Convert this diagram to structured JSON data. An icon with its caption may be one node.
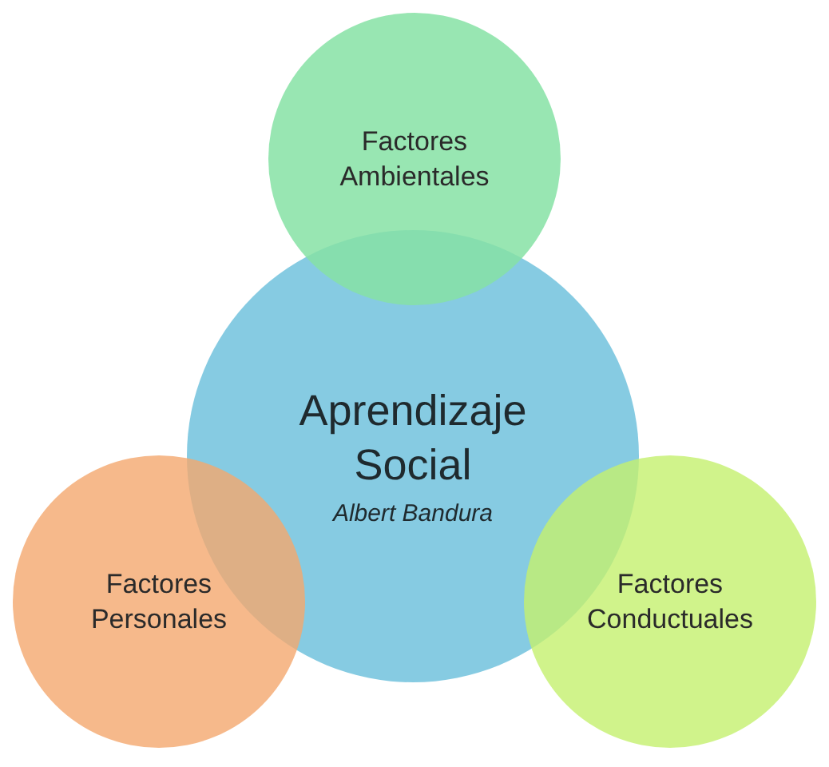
{
  "diagram": {
    "nodes": [
      {
        "text": [
          "Factores Ambientales"
        ]
      },
      {
        "text": [
          "Aprendizaje Social",
          "Albert Bandura"
        ]
      },
      {
        "text": [
          "Factores Personales"
        ]
      },
      {
        "text": [
          "Factores Conductuales"
        ]
      }
    ]
  }
}
